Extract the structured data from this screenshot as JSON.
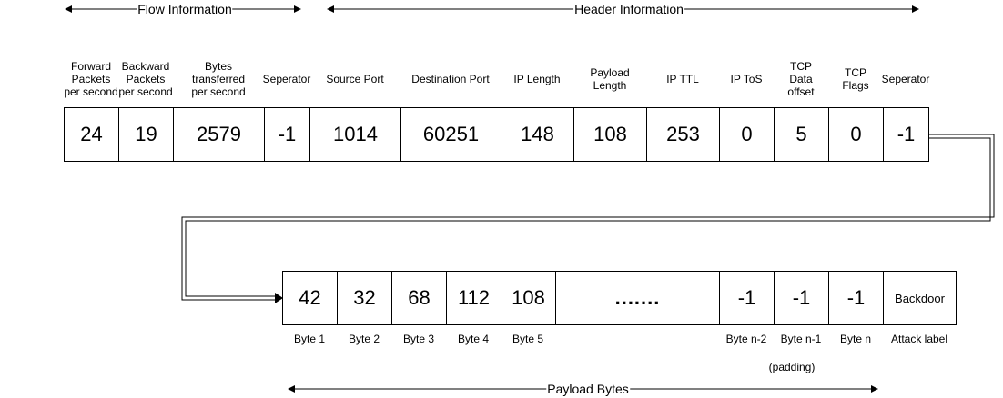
{
  "sections": {
    "flow": "Flow Information",
    "header": "Header Information",
    "payload": "Payload Bytes"
  },
  "row1": [
    {
      "label": "Forward\nPackets\nper second",
      "value": "24"
    },
    {
      "label": "Backward\nPackets\nper second",
      "value": "19"
    },
    {
      "label": "Bytes\ntransferred\nper second",
      "value": "2579"
    },
    {
      "label": "Seperator",
      "value": "-1"
    },
    {
      "label": "Source Port",
      "value": "1014"
    },
    {
      "label": "Destination Port",
      "value": "60251"
    },
    {
      "label": "IP Length",
      "value": "148"
    },
    {
      "label": "Payload\nLength",
      "value": "108"
    },
    {
      "label": "IP TTL",
      "value": "253"
    },
    {
      "label": "IP ToS",
      "value": "0"
    },
    {
      "label": "TCP\nData\noffset",
      "value": "5"
    },
    {
      "label": "TCP\nFlags",
      "value": "0"
    },
    {
      "label": "Seperator",
      "value": "-1"
    }
  ],
  "row2": [
    {
      "label": "Byte 1",
      "value": "42"
    },
    {
      "label": "Byte 2",
      "value": "32"
    },
    {
      "label": "Byte 3",
      "value": "68"
    },
    {
      "label": "Byte 4",
      "value": "112"
    },
    {
      "label": "Byte 5",
      "value": "108"
    },
    {
      "label": "",
      "value": "......."
    },
    {
      "label": "Byte n-2",
      "value": "-1"
    },
    {
      "label": "Byte n-1",
      "value": "-1"
    },
    {
      "label": "Byte n",
      "value": "-1"
    },
    {
      "label": "Attack label",
      "value": "Backdoor"
    }
  ],
  "padding_note": "(padding)"
}
